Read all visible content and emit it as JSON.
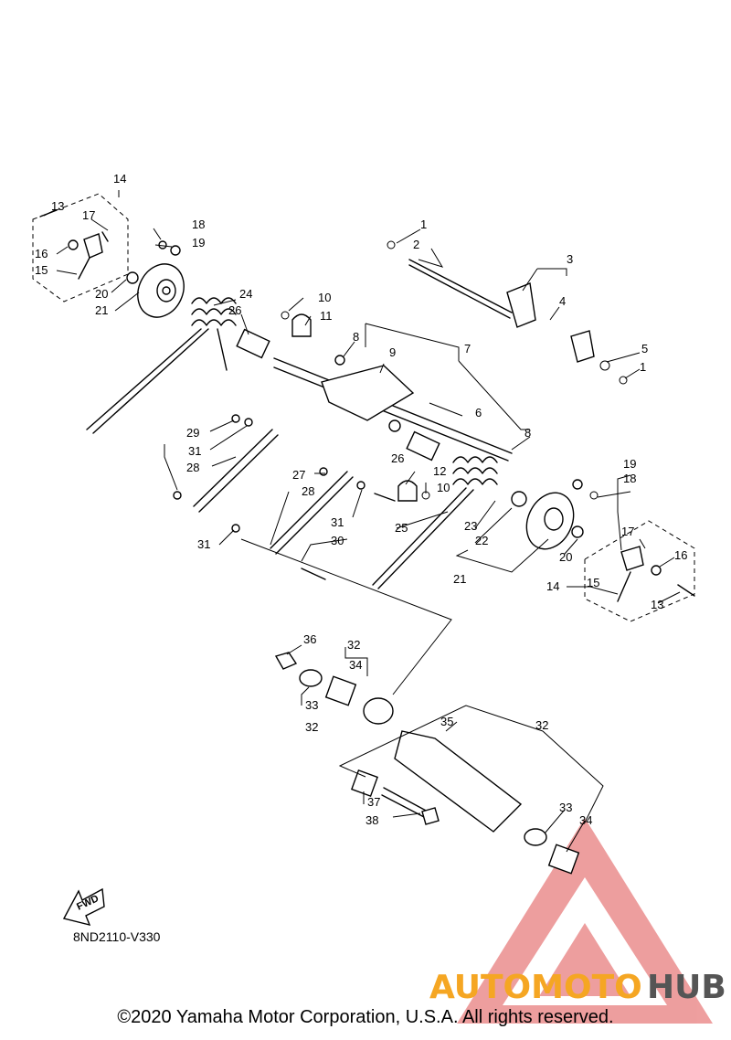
{
  "diagram_code": "8ND2110-V330",
  "fwd_label": "FWD",
  "copyright": "©2020 Yamaha Motor Corporation, U.S.A. All rights reserved.",
  "watermark": {
    "part1": "AUTOMOTO",
    "part2": "HUB",
    "color1": "#f5a623",
    "color2": "#555555",
    "triangle_color": "#e05050"
  },
  "labels": {
    "c1a": "1",
    "c1b": "1",
    "c2": "2",
    "c3": "3",
    "c4": "4",
    "c5": "5",
    "c6": "6",
    "c7": "7",
    "c8a": "8",
    "c8b": "8",
    "c9": "9",
    "c10a": "10",
    "c10b": "10",
    "c11": "11",
    "c12": "12",
    "c13a": "13",
    "c13b": "13",
    "c14a": "14",
    "c14b": "14",
    "c15a": "15",
    "c15b": "15",
    "c16a": "16",
    "c16b": "16",
    "c17a": "17",
    "c17b": "17",
    "c18a": "18",
    "c18b": "18",
    "c19a": "19",
    "c19b": "19",
    "c20a": "20",
    "c20b": "20",
    "c21a": "21",
    "c21b": "21",
    "c22": "22",
    "c23": "23",
    "c24": "24",
    "c25": "25",
    "c26a": "26",
    "c26b": "26",
    "c27": "27",
    "c28a": "28",
    "c28b": "28",
    "c29": "29",
    "c30": "30",
    "c31a": "31",
    "c31b": "31",
    "c31c": "31",
    "c32a": "32",
    "c32b": "32",
    "c32c": "32",
    "c33a": "33",
    "c33b": "33",
    "c34a": "34",
    "c34b": "34",
    "c35": "35",
    "c36": "36",
    "c37": "37",
    "c38": "38"
  }
}
